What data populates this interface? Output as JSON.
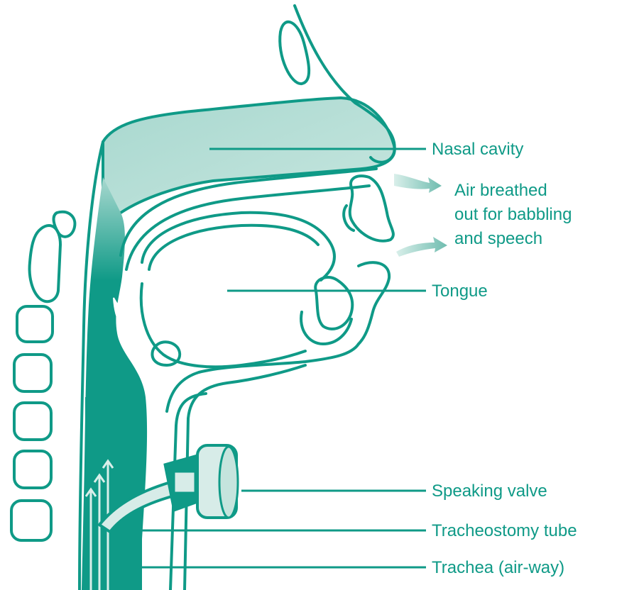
{
  "labels": {
    "nasal_cavity": "Nasal cavity",
    "air_line1": "Air breathed",
    "air_line2": "out for babbling",
    "air_line3": "and speech",
    "tongue": "Tongue",
    "speaking_valve": "Speaking valve",
    "tracheostomy_tube": "Tracheostomy tube",
    "trachea": "Trachea (air-way)"
  },
  "colors": {
    "teal": "#0f9a87",
    "teal_dark": "#0d8a78",
    "teal_light": "#9fd3c9",
    "teal_pale": "#c9e7e1",
    "valve_face": "#d7ece8"
  }
}
